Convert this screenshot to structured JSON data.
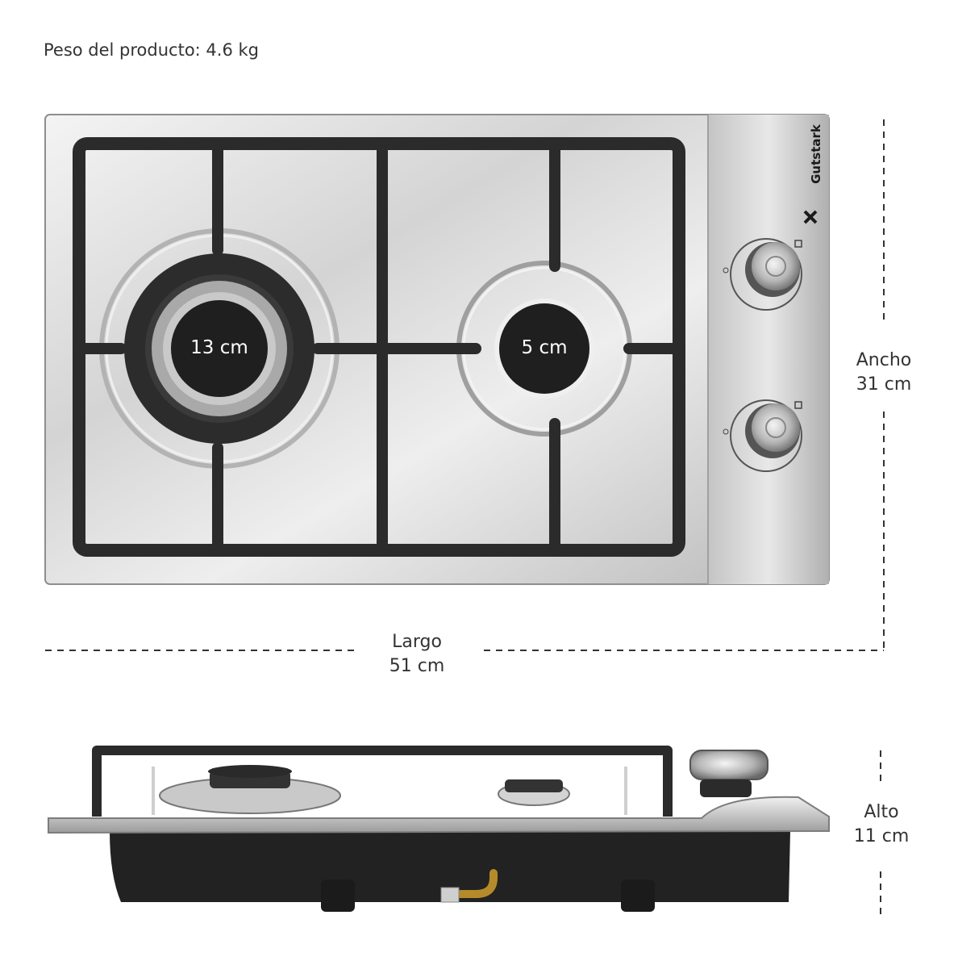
{
  "weight": {
    "text": "Peso del producto: 4.6 kg"
  },
  "brand": {
    "name": "Gutstark"
  },
  "burners": {
    "large": {
      "label": "13 cm"
    },
    "small": {
      "label": "5 cm"
    }
  },
  "dimensions": {
    "width": {
      "name": "Ancho",
      "value": "31 cm"
    },
    "length": {
      "name": "Largo",
      "value": "51 cm"
    },
    "height": {
      "name": "Alto",
      "value": "11 cm"
    }
  },
  "colors": {
    "steel_light": "#e6e6e6",
    "steel_dark": "#9a9a9a",
    "cast_iron": "#2b2b2b",
    "dashed_line": "#333333"
  }
}
